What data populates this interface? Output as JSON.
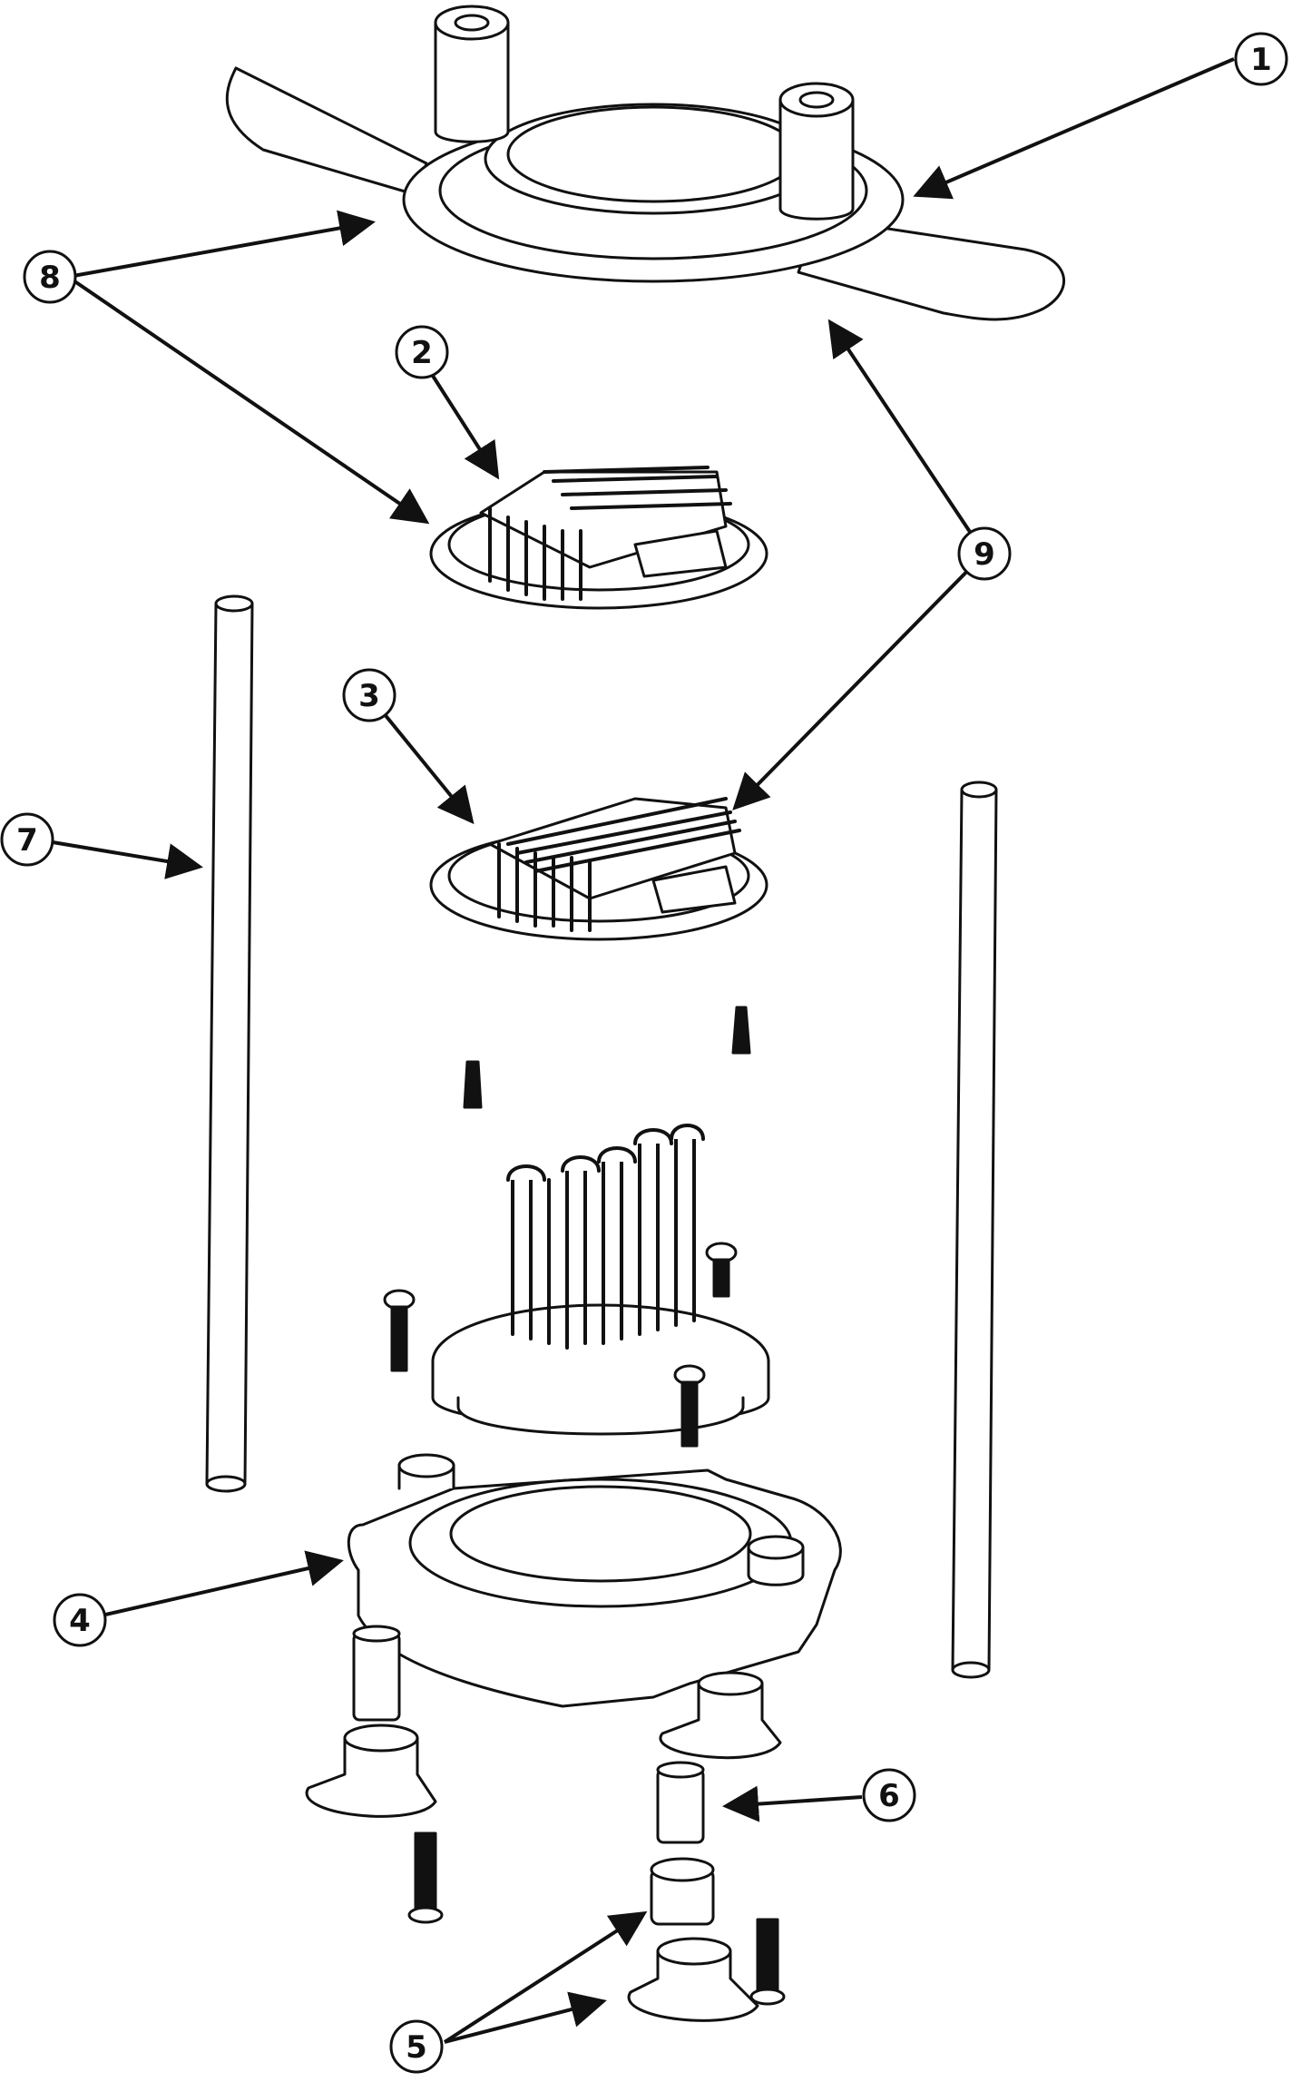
{
  "diagram": {
    "callouts": [
      {
        "id": "1",
        "label": "1"
      },
      {
        "id": "2",
        "label": "2"
      },
      {
        "id": "3",
        "label": "3"
      },
      {
        "id": "4",
        "label": "4"
      },
      {
        "id": "5",
        "label": "5"
      },
      {
        "id": "6",
        "label": "6"
      },
      {
        "id": "7",
        "label": "7"
      },
      {
        "id": "8",
        "label": "8"
      },
      {
        "id": "9",
        "label": "9"
      }
    ],
    "colors": {
      "line": "#111111",
      "fill": "#ffffff",
      "dark_part": "#111111"
    }
  }
}
